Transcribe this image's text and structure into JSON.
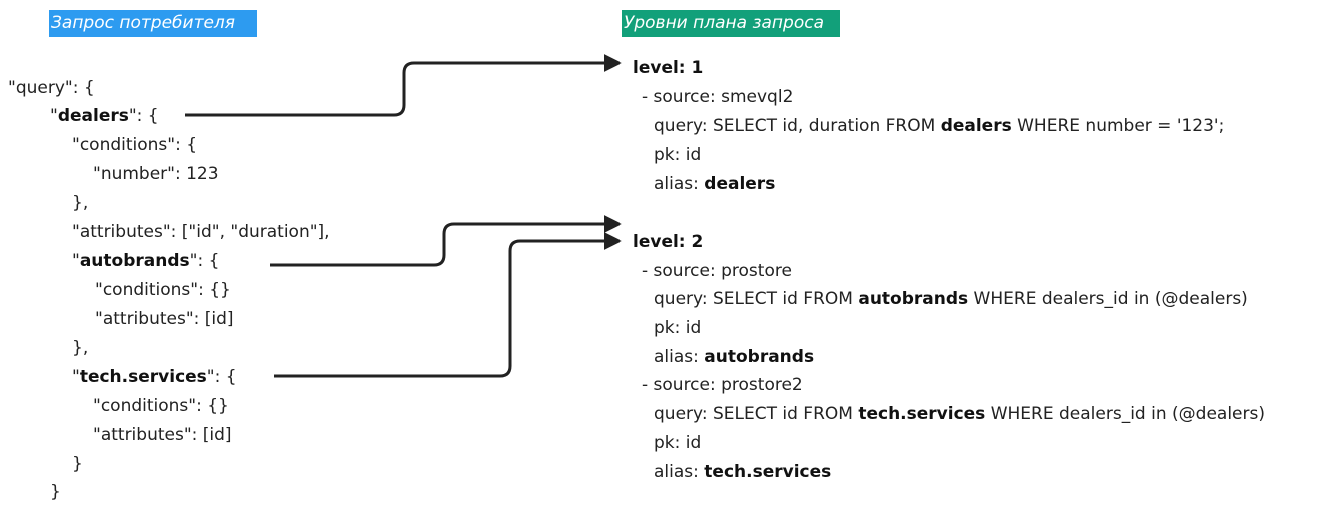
{
  "consumer_label": "Запрос потребителя",
  "plan_label": "Уровни плана запроса",
  "colors": {
    "consumer_tag": "#2d9bf0",
    "plan_tag": "#12a07a",
    "arrow": "#222222"
  },
  "consumer_query": [
    {
      "parts": [
        {
          "t": "\"query\": {"
        }
      ]
    },
    {
      "parts": [
        {
          "t": "\""
        },
        {
          "t": "dealers",
          "b": true
        },
        {
          "t": "\": {"
        }
      ]
    },
    {
      "parts": [
        {
          "t": "\"conditions\": {"
        }
      ]
    },
    {
      "parts": [
        {
          "t": "\"number\": 123"
        }
      ]
    },
    {
      "parts": [
        {
          "t": "},"
        }
      ]
    },
    {
      "parts": [
        {
          "t": "\"attributes\": [\"id\", \"duration\"],"
        }
      ]
    },
    {
      "parts": [
        {
          "t": "\""
        },
        {
          "t": "autobrands",
          "b": true
        },
        {
          "t": "\": {"
        }
      ]
    },
    {
      "parts": [
        {
          "t": "\"conditions\": {}"
        }
      ]
    },
    {
      "parts": [
        {
          "t": "\"attributes\": [id]"
        }
      ]
    },
    {
      "parts": [
        {
          "t": "},"
        }
      ]
    },
    {
      "parts": [
        {
          "t": "\""
        },
        {
          "t": "tech.services",
          "b": true
        },
        {
          "t": "\": {"
        }
      ]
    },
    {
      "parts": [
        {
          "t": "\"conditions\": {}"
        }
      ]
    },
    {
      "parts": [
        {
          "t": "\"attributes\": [id]"
        }
      ]
    },
    {
      "parts": [
        {
          "t": "}"
        }
      ]
    },
    {
      "parts": [
        {
          "t": "}"
        }
      ]
    }
  ],
  "plan_levels": [
    {
      "parts": [
        {
          "t": "level: 1",
          "b": true
        }
      ]
    },
    {
      "parts": [
        {
          "t": "- source: smevql2"
        }
      ]
    },
    {
      "parts": [
        {
          "t": "query: SELECT id, duration FROM "
        },
        {
          "t": "dealers",
          "b": true
        },
        {
          "t": " WHERE number = '123';"
        }
      ]
    },
    {
      "parts": [
        {
          "t": "pk: id"
        }
      ]
    },
    {
      "parts": [
        {
          "t": "alias: "
        },
        {
          "t": "dealers",
          "b": true
        }
      ]
    },
    {
      "parts": [
        {
          "t": "level: 2",
          "b": true
        }
      ]
    },
    {
      "parts": [
        {
          "t": "- source: prostore"
        }
      ]
    },
    {
      "parts": [
        {
          "t": "query: SELECT id FROM "
        },
        {
          "t": "autobrands",
          "b": true
        },
        {
          "t": " WHERE dealers_id in (@dealers)"
        }
      ]
    },
    {
      "parts": [
        {
          "t": "pk: id"
        }
      ]
    },
    {
      "parts": [
        {
          "t": "alias: "
        },
        {
          "t": "autobrands",
          "b": true
        }
      ]
    },
    {
      "parts": [
        {
          "t": "- source: prostore2"
        }
      ]
    },
    {
      "parts": [
        {
          "t": "query: SELECT id FROM "
        },
        {
          "t": "tech.services",
          "b": true
        },
        {
          "t": " WHERE dealers_id in (@dealers)"
        }
      ]
    },
    {
      "parts": [
        {
          "t": "pk: id"
        }
      ]
    },
    {
      "parts": [
        {
          "t": "alias: "
        },
        {
          "t": "tech.services",
          "b": true
        }
      ]
    }
  ]
}
